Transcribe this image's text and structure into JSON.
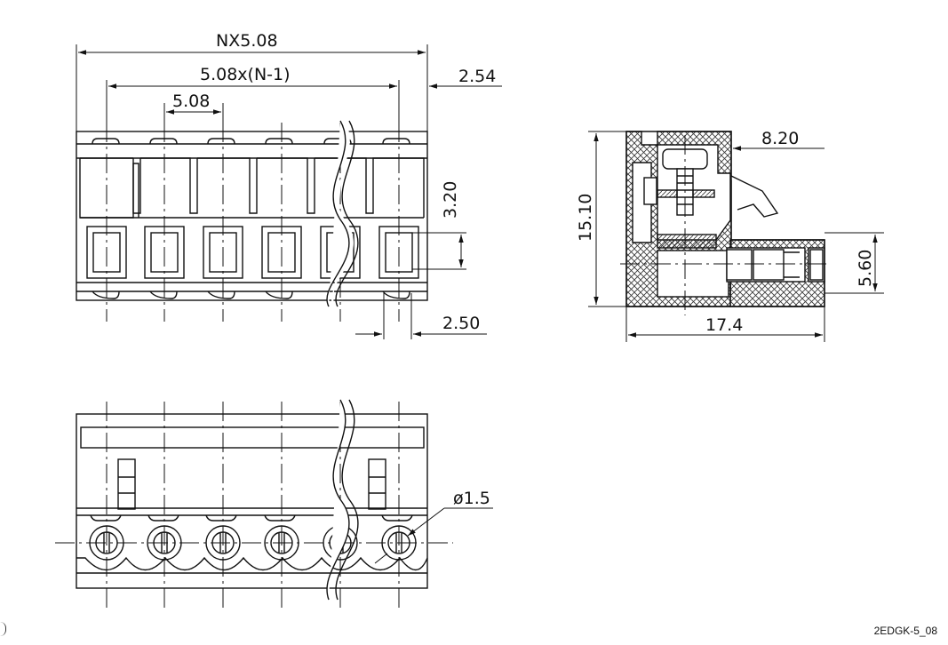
{
  "dimensions": {
    "overall_width": "NX5.08",
    "pitch_span": "5.08x(N-1)",
    "pitch": "5.08",
    "end_offset": "2.54",
    "window_offset": "3.20",
    "window_width": "2.50",
    "height": "15.10",
    "pin_offset": "8.20",
    "pin_height": "5.60",
    "depth": "17.4",
    "hole_diameter": "ø1.5"
  },
  "drawing_code": "2EDGK-5_08",
  "colors": {
    "line": "#111111",
    "hatch": "#333333",
    "background": "#ffffff"
  }
}
